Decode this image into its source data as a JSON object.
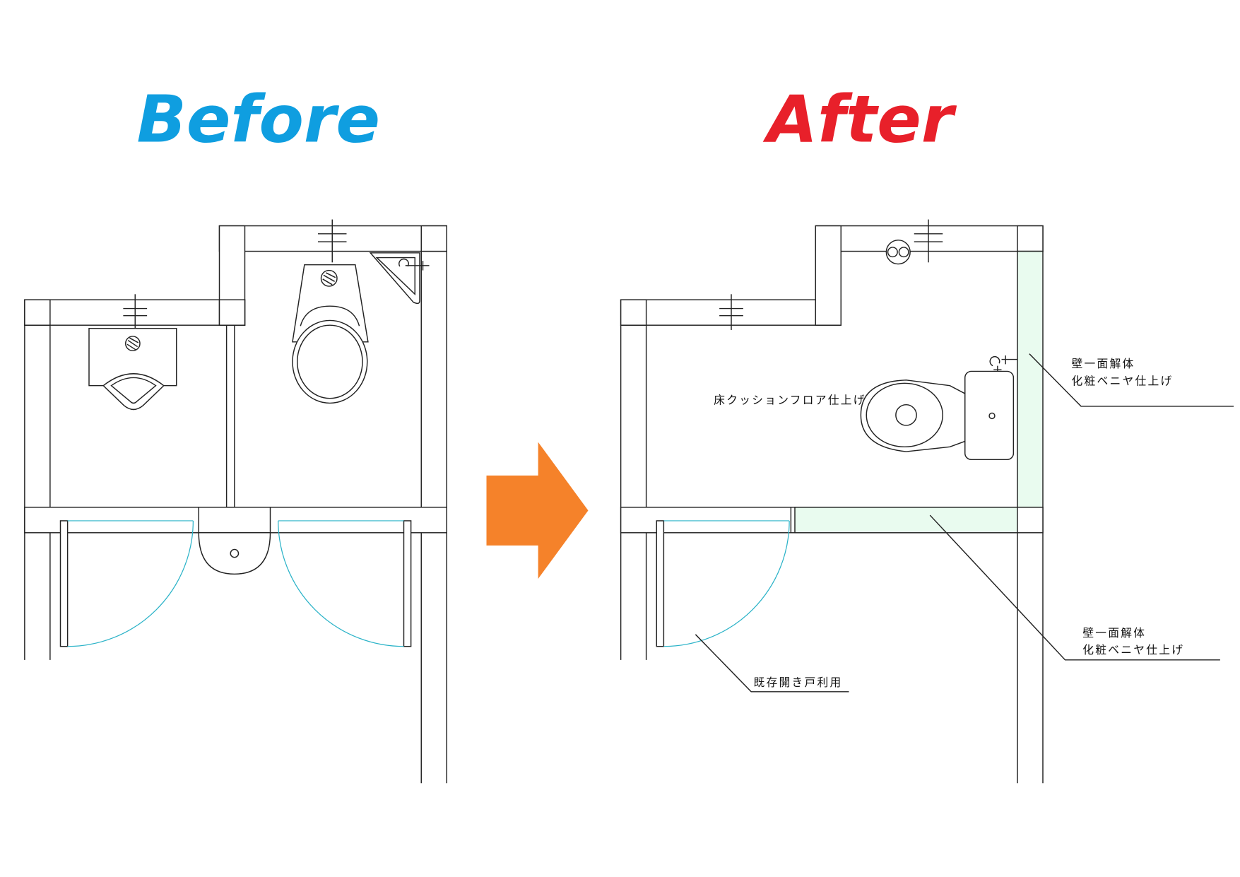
{
  "titles": {
    "before": "Before",
    "after": "After"
  },
  "colors": {
    "before": "#0f9ee0",
    "after": "#e8202a",
    "arrow": "#f5822a",
    "finish_area": "#e9fbef",
    "door_swing": "#2bb3c8"
  },
  "after_labels": {
    "floor": "床クッションフロア仕上げ",
    "wall_right_line1": "壁一面解体",
    "wall_right_line2": "化粧ベニヤ仕上げ",
    "wall_bottom_line1": "壁一面解体",
    "wall_bottom_line2": "化粧ベニヤ仕上げ",
    "door": "既存開き戸利用"
  }
}
